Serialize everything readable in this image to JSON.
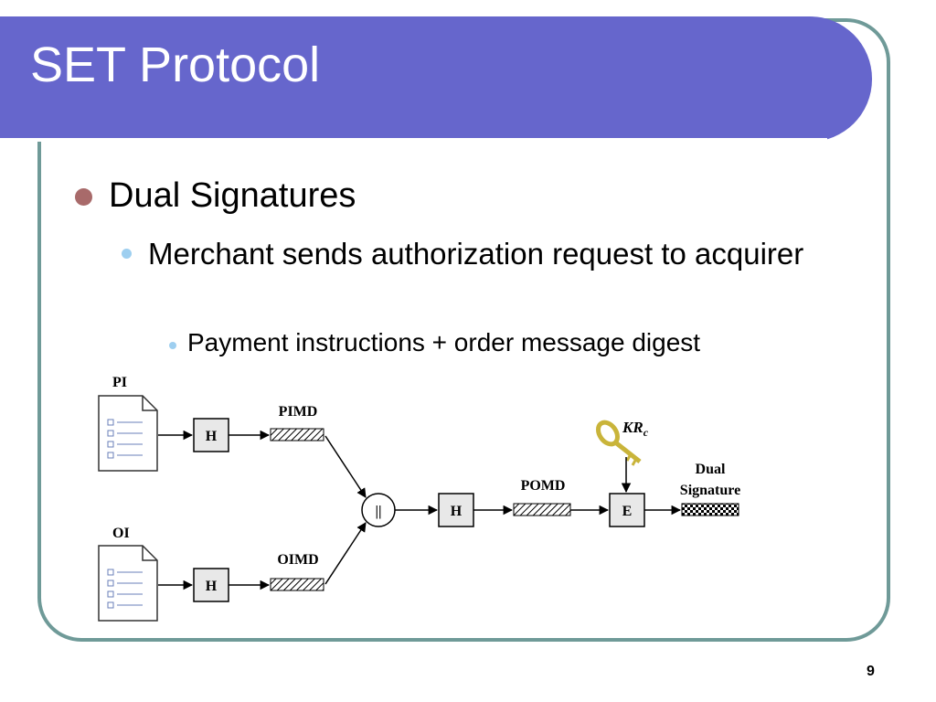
{
  "slide": {
    "title": "SET Protocol",
    "bullets": [
      "Dual Signatures",
      "Merchant sends authorization request to acquirer",
      "Payment instructions + order message digest"
    ],
    "page_number": "9"
  },
  "diagram": {
    "doc_pi": "PI",
    "doc_oi": "OI",
    "hash_label": "H",
    "pimd": "PIMD",
    "oimd": "OIMD",
    "concat": "||",
    "pomd": "POMD",
    "key_base": "KR",
    "key_sub": "c",
    "encrypt": "E",
    "output_line1": "Dual",
    "output_line2": "Signature"
  },
  "colors": {
    "title_band": "#6666cc",
    "frame_border": "#6f9a98",
    "level1_bullet": "#a86a6a",
    "level2_bullet": "#9ecff0",
    "key": "#c9b43a"
  },
  "icons": [
    "document-icon",
    "key-icon"
  ]
}
